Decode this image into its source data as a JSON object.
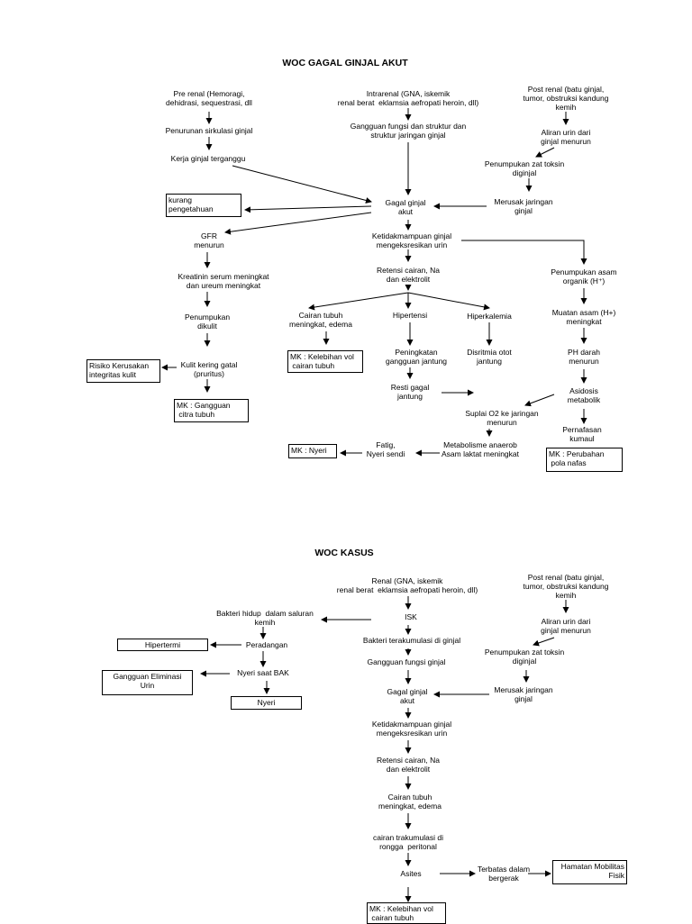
{
  "diagram1": {
    "title": "WOC GAGAL GINJAL AKUT",
    "pre_renal": "Pre renal (Hemoragi,\ndehidrasi, sequestrasi, dll",
    "intrarenal": "Intrarenal (GNA, iskemik\nrenal berat  eklamsia aefropati heroin, dll)",
    "post_renal": "Post renal (batu ginjal,\ntumor, obstruksi kandung\nkemih",
    "penurunan_sirkulasi": "Penurunan sirkulasi ginjal",
    "gangguan_fungsi": "Gangguan fungsi dan struktur dan\nstruktur jaringan ginjal",
    "aliran_urin": "Aliran urin dari\nginjal menurun",
    "kerja_ginjal": "Kerja ginjal terganggu",
    "penumpukan_toksin": "Penumpukan zat toksin\ndiginjal",
    "kurang_pengetahuan": "kurang\npengetahuan",
    "gagal_ginjal": "Gagal ginjal\nakut",
    "merusak_jaringan": "Merusak jaringan\nginjal",
    "gfr": "GFR\nmenurun",
    "ketidakmampuan": "Ketidakmampuan ginjal\nmengeksresikan urin",
    "retensi": "Retensi cairan, Na\ndan elektrolit",
    "kreatinin": "Kreatinin serum meningkat\ndan ureum meningkat",
    "penumpukan_asam": "Penumpukan asam\norganik (H⁺)",
    "cairan_tubuh": "Cairan tubuh\nmeningkat, edema",
    "hipertensi": "Hipertensi",
    "hiperkalemia": "Hiperkalemia",
    "muatan_asam": "Muatan asam (H+)\nmeningkat",
    "penumpukan_dikulit": "Penumpukan\ndikulit",
    "mk_kelebihan": "MK : Kelebihan vol\n cairan tubuh",
    "peningkatan_gangguan": "Peningkatan\ngangguan jantung",
    "disritmia": "Disritmia otot\njantung",
    "ph_darah": "PH darah\nmenurun",
    "risiko_kerusakan": "Risiko Kerusakan\nintegritas kulit",
    "kulit_kering": "Kulit kering gatal\n(pruritus)",
    "resti_gagal": "Resti gagal\njantung",
    "asidosis": "Asidosis\nmetabolik",
    "mk_citra": "MK : Gangguan\n citra tubuh",
    "suplai_o2": "Suplai O2 ke jaringan\nmenurun",
    "pernafasan": "Pernafasan\nkumaul",
    "mk_nyeri": "MK : Nyeri",
    "fatig": "Fatig,\nNyeri sendi",
    "metabolisme": "Metabolisme anaerob\nAsam laktat meningkat",
    "mk_pola": "MK : Perubahan\n pola nafas"
  },
  "diagram2": {
    "title": "WOC KASUS",
    "renal": "Renal (GNA, iskemik\nrenal berat  eklamsia aefropati heroin, dll)",
    "post_renal": "Post renal (batu ginjal,\ntumor, obstruksi kandung\nkemih",
    "bakteri_hidup": "Bakteri hidup  dalam saluran\nkemih",
    "isk": "ISK",
    "aliran_urin": "Aliran urin dari\nginjal menurun",
    "hipertermi": "Hipertermi",
    "peradangan": "Peradangan",
    "bakteri_terakumulasi": "Bakteri terakumulasi di ginjal",
    "penumpukan_toksin": "Penumpukan zat toksin\ndiginjal",
    "gangguan_eliminasi": "Gangguan Eliminasi\nUrin",
    "nyeri_bak": "Nyeri saat BAK",
    "gangguan_fungsi": "Gangguan fungsi ginjal",
    "nyeri": "Nyeri",
    "gagal_ginjal": "Gagal ginjal\nakut",
    "merusak_jaringan": "Merusak jaringan\nginjal",
    "ketidakmampuan": "Ketidakmampuan ginjal\nmengeksresikan urin",
    "retensi": "Retensi cairan, Na\ndan elektrolit",
    "cairan_tubuh": "Cairan tubuh\nmeningkat, edema",
    "cairan_trakumulasi": "cairan trakumulasi di\nrongga  peritonal",
    "asites": "Asites",
    "terbatas": "Terbatas dalam\nbergerak",
    "hamatan": "Hamatan Mobilitas\nFisik",
    "mk_kelebihan": "MK : Kelebihan vol\n cairan tubuh"
  }
}
